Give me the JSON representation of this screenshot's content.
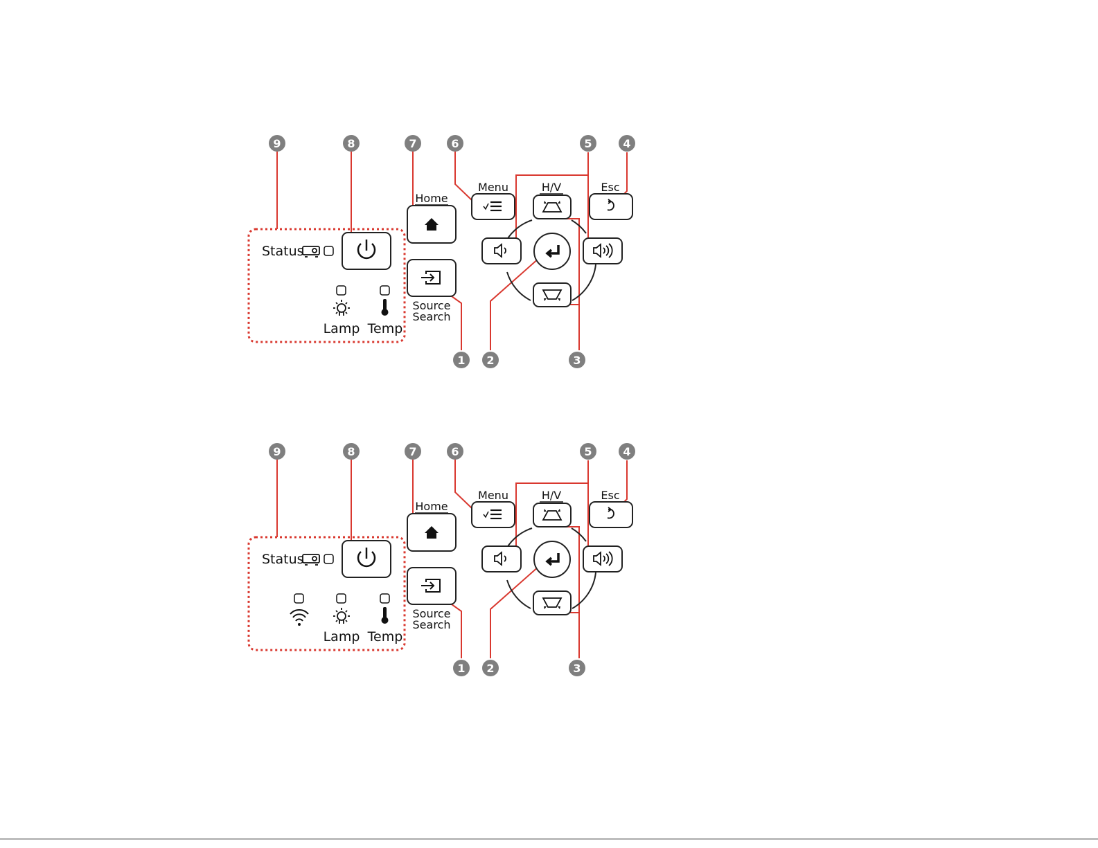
{
  "diagrams": [
    {
      "callouts": [
        "9",
        "8",
        "7",
        "6",
        "5",
        "4",
        "1",
        "2",
        "3"
      ],
      "labels": {
        "menu": "Menu",
        "hv": "H/V",
        "esc": "Esc",
        "home": "Home",
        "status": "Status",
        "source_line1": "Source",
        "source_line2": "Search",
        "lamp": "Lamp",
        "temp": "Temp"
      },
      "has_wifi_indicator": false
    },
    {
      "callouts": [
        "9",
        "8",
        "7",
        "6",
        "5",
        "4",
        "1",
        "2",
        "3"
      ],
      "labels": {
        "menu": "Menu",
        "hv": "H/V",
        "esc": "Esc",
        "home": "Home",
        "status": "Status",
        "source_line1": "Source",
        "source_line2": "Search",
        "lamp": "Lamp",
        "temp": "Temp"
      },
      "has_wifi_indicator": true
    }
  ],
  "colors": {
    "callout_fill": "#7f7f7f",
    "leader_line": "#d9382f",
    "dotted_border": "#d9382f",
    "button_border": "#222222"
  },
  "icons": [
    "power-icon",
    "home-icon",
    "source-icon",
    "menu-icon",
    "esc-icon",
    "enter-icon",
    "volume-down-icon",
    "volume-up-icon",
    "keystone-top-icon",
    "keystone-bottom-icon",
    "projector-icon",
    "lamp-icon",
    "thermometer-icon",
    "wifi-icon"
  ]
}
